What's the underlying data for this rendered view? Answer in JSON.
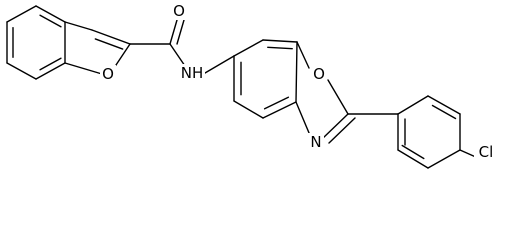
{
  "molecule": {
    "atom_labels": {
      "carbonyl_oxygen": "O",
      "furan_oxygen": "O",
      "amide_nitrogen": "NH",
      "oxazole_oxygen": "O",
      "oxazole_nitrogen": "N",
      "chlorine": "Cl"
    },
    "colors": {
      "bond": "#000000",
      "label": "#000000",
      "background": "#ffffff"
    }
  }
}
